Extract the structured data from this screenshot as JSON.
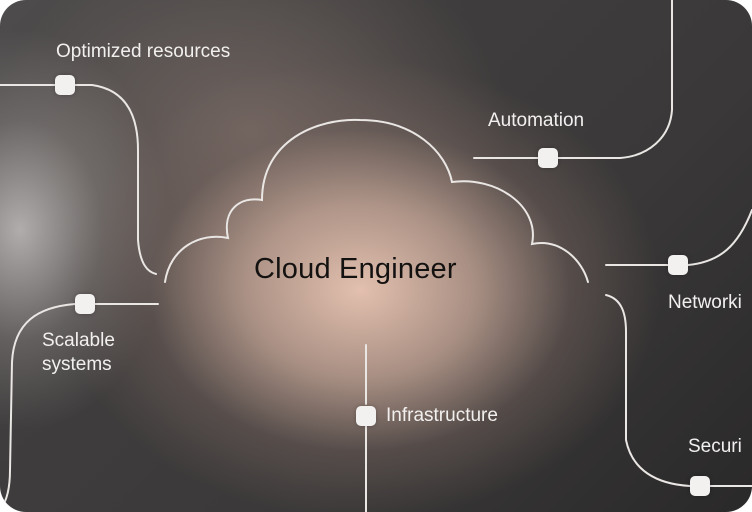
{
  "diagram": {
    "center_title": "Cloud Engineer",
    "labels": {
      "optimized": "Optimized resources",
      "automation": "Automation",
      "networking": "Networki",
      "scalable_line1": "Scalable",
      "scalable_line2": "systems",
      "infrastructure": "Infrastructure",
      "security": "Securi"
    },
    "colors": {
      "line": "#e9e6e4",
      "node": "#f3f1f0",
      "text_light": "#f2f0ef",
      "text_dark": "#141211"
    }
  }
}
